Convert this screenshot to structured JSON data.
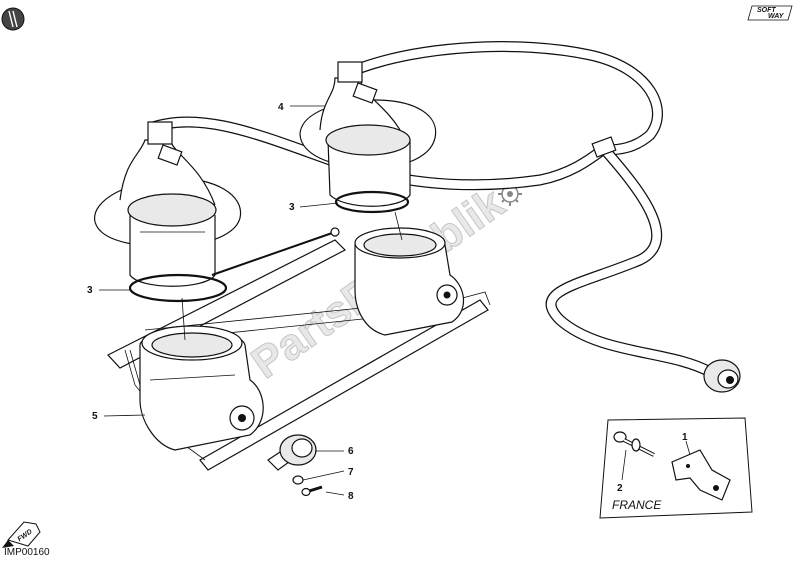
{
  "callouts": {
    "c4": "4",
    "c3_top": "3",
    "c3_left": "3",
    "c5": "5",
    "c6": "6",
    "c7": "7",
    "c8": "8",
    "c1": "1",
    "c2": "2"
  },
  "inset": {
    "label": "FRANCE"
  },
  "drawing_code": "IMP00160",
  "watermark": {
    "text": "PartsRepublik"
  },
  "logos": {
    "softway_line1": "SOFT",
    "softway_line2": "WAY",
    "fwd": "FWD"
  },
  "icons": {
    "top_left": "disc-icon",
    "watermark_gear": "gear-icon",
    "fwd_arrow": "fwd-arrow-icon"
  },
  "colors": {
    "line": "#111111",
    "background": "#ffffff",
    "watermark": "#d6d6d6"
  }
}
